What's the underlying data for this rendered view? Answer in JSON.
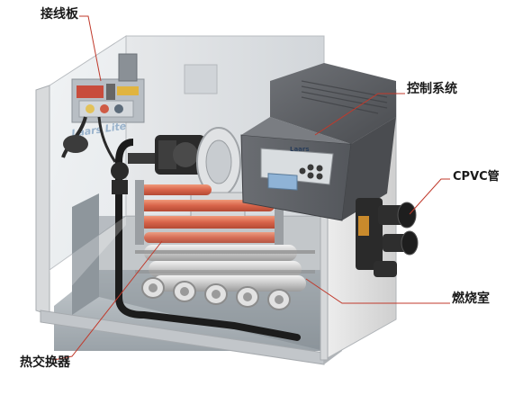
{
  "labels": {
    "terminal_board": "接线板",
    "control_system": "控制系统",
    "cpvc_pipe": "CPVC管",
    "combustion_chamber": "燃烧室",
    "heat_exchanger": "热交换器"
  },
  "panel": {
    "brand_text": "Laars",
    "side_logo_text": "Laars Lite"
  },
  "colors": {
    "leader_line": "#c0392b",
    "label_text": "#1a1a1a",
    "cabinet_frame": "#c9c9c9",
    "control_housing": "#5a5c60",
    "copper_tube": "#d86a4a",
    "burner_tube": "#cfcfcf",
    "pipe_black": "#1c1c1c",
    "display_screen": "#8fb3d6"
  }
}
